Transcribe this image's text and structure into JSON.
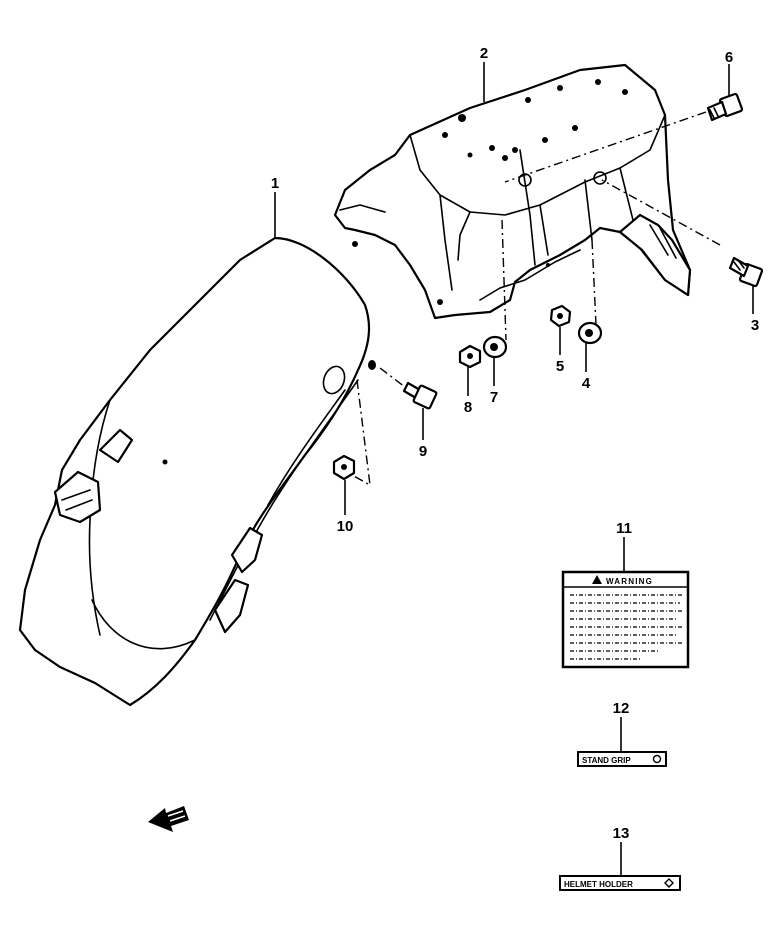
{
  "callouts": [
    "1",
    "2",
    "3",
    "4",
    "5",
    "6",
    "7",
    "8",
    "9",
    "10",
    "11",
    "12",
    "13"
  ],
  "labels": {
    "warning_title": "WARNING",
    "stand_grip": "STAND GRIP",
    "helmet_holder": "HELMET HOLDER"
  },
  "icons": {
    "front_arrow": "front-direction-arrow-icon",
    "warning_triangle": "warning-triangle-icon"
  }
}
